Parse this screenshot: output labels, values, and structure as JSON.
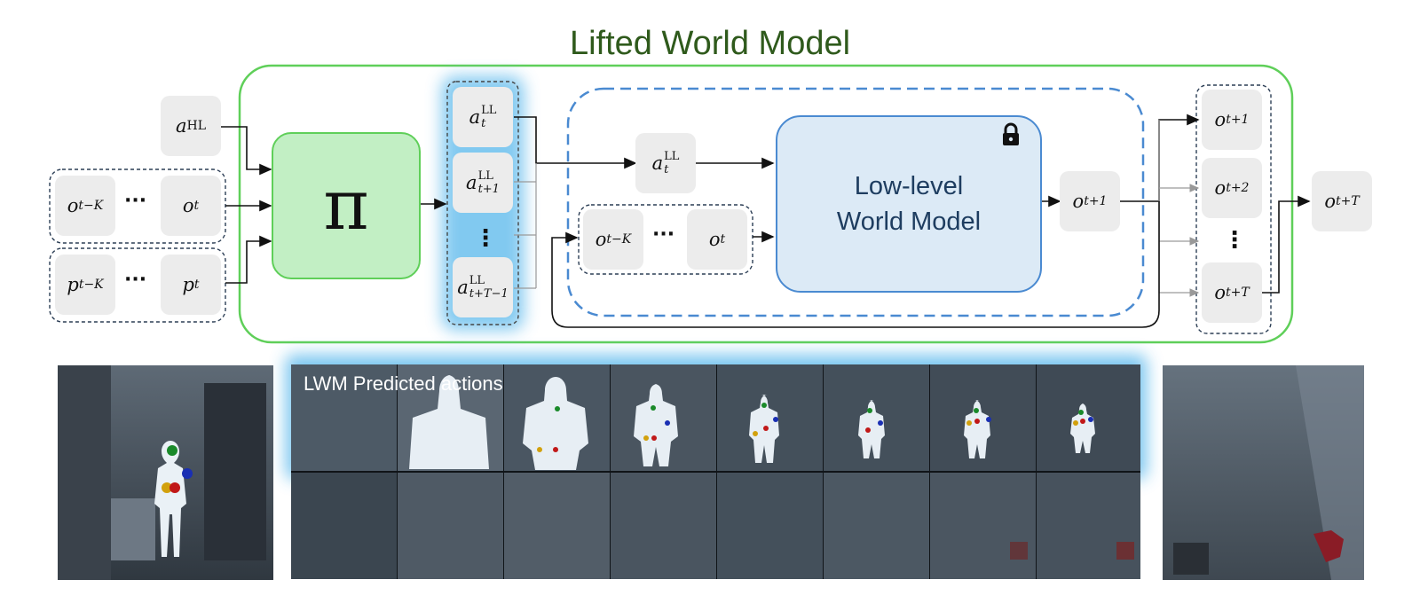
{
  "title": "Lifted World Model",
  "inputs": {
    "a_HL": {
      "base": "a",
      "sup": "HL"
    },
    "obs_seq": {
      "first": {
        "base": "o",
        "sub": "t−K"
      },
      "ellipsis": "···",
      "last": {
        "base": "o",
        "sub": "t"
      }
    },
    "pose_seq": {
      "first": {
        "base": "p",
        "sub": "t−K"
      },
      "ellipsis": "···",
      "last": {
        "base": "p",
        "sub": "t"
      }
    }
  },
  "policy": {
    "symbol": "π"
  },
  "actions": [
    {
      "base": "a",
      "sup": "LL",
      "sub": "t"
    },
    {
      "base": "a",
      "sup": "LL",
      "sub": "t+1"
    },
    {
      "base": "a",
      "sup": "LL",
      "sub": "t+T−1"
    }
  ],
  "actions_ellipsis": "⋮",
  "inner": {
    "action": {
      "base": "a",
      "sup": "LL",
      "sub": "t"
    },
    "obs_seq": {
      "first": {
        "base": "o",
        "sub": "t−K"
      },
      "ellipsis": "···",
      "last": {
        "base": "o",
        "sub": "t"
      }
    },
    "model_line1": "Low-level",
    "model_line2": "World Model",
    "output": {
      "base": "o",
      "sub": "t+1"
    }
  },
  "outputs": [
    {
      "base": "o",
      "sub": "t+1"
    },
    {
      "base": "o",
      "sub": "t+2"
    },
    {
      "base": "o",
      "sub": "t+T"
    }
  ],
  "outputs_ellipsis": "⋮",
  "final_output": {
    "base": "o",
    "sub": "t+T"
  },
  "caption": "LWM Predicted actions",
  "colors": {
    "outer_border": "#5fcf59",
    "policy_fill": "#c2efc4",
    "inner_dashed": "#4a8ad1",
    "model_fill": "#dceaf6",
    "glow": "#6cc0ee",
    "title": "#2f5a1c"
  },
  "icons": [
    "lock-icon"
  ]
}
